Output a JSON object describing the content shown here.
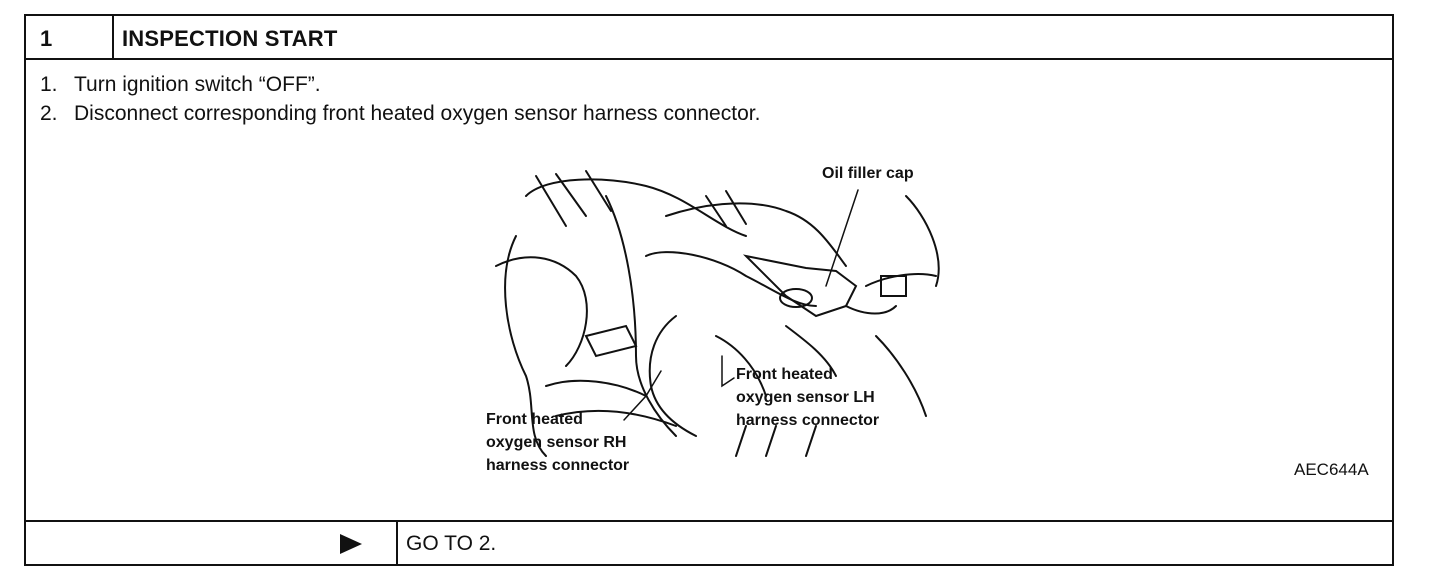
{
  "header": {
    "step_number": "1",
    "title": "INSPECTION START"
  },
  "instructions": [
    {
      "num": "1.",
      "text": "Turn ignition switch “OFF”."
    },
    {
      "num": "2.",
      "text": "Disconnect corresponding front heated oxygen sensor harness connector."
    }
  ],
  "figure": {
    "labels": {
      "oil_filler_cap": "Oil filler cap",
      "lh_line1": "Front heated",
      "lh_line2": "oxygen sensor LH",
      "lh_line3": "harness connector",
      "rh_line1": "Front heated",
      "rh_line2": "oxygen sensor RH",
      "rh_line3": "harness connector"
    },
    "code": "AEC644A"
  },
  "footer": {
    "arrow_icon": "right-triangle-icon",
    "action": "GO TO 2."
  }
}
